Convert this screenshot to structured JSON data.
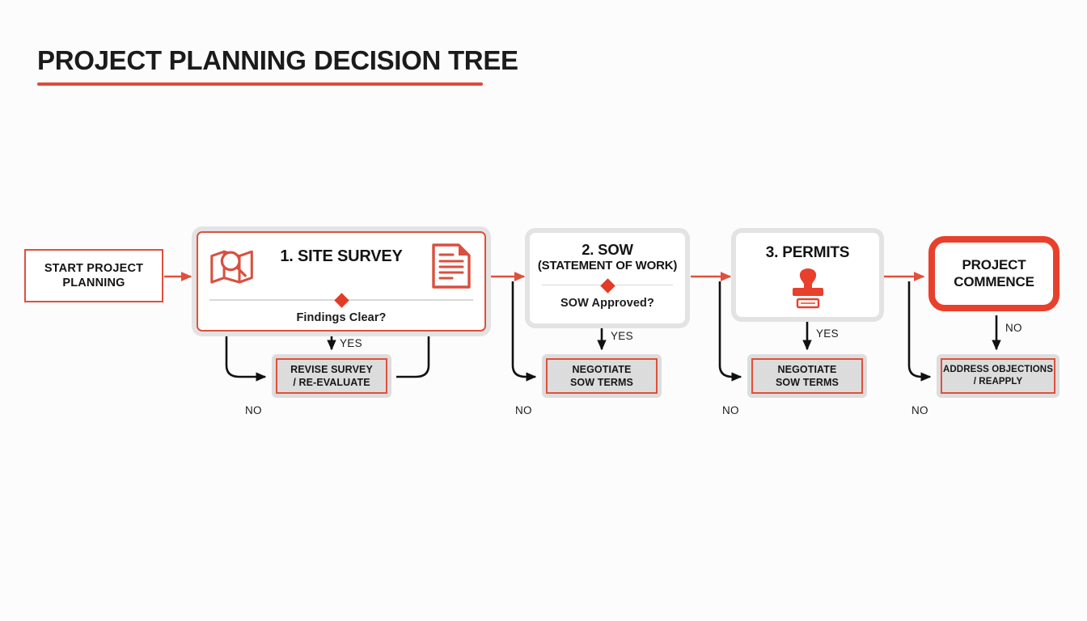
{
  "page": {
    "background": "#fcfcfc",
    "accent_red": "#e0503c",
    "diamond_red": "#e23b26",
    "gray_fill": "#dcdcdc"
  },
  "title": {
    "strong": "PROJECT PLANNING",
    "light": "DECISION TREE",
    "rule_color": "#e04a3a"
  },
  "start": {
    "label": "START PROJECT PLANNING"
  },
  "stages": [
    {
      "id": 1,
      "title": "1. SITE SURVEY",
      "question": "Findings Clear?",
      "icons": [
        "map-search-icon",
        "document-icon"
      ],
      "yes_label": "YES",
      "no_label": "NO"
    },
    {
      "id": 2,
      "title": "2. SOW",
      "subtitle": "(STATEMENT OF WORK)",
      "question": "SOW Approved?",
      "icons": [],
      "yes_label": "YES",
      "no_label": "NO"
    },
    {
      "id": 3,
      "title": "3. PERMITS",
      "subtitle": "",
      "question": "",
      "icons": [
        "stamp-icon"
      ],
      "yes_label": "YES",
      "no_label": "NO"
    }
  ],
  "end": {
    "label": "PROJECT COMMENCE",
    "down_label": "NO",
    "no_label": "NO"
  },
  "remediations": [
    {
      "id": 1,
      "line1": "REVISE SURVEY",
      "line2": "/ RE-EVALUATE"
    },
    {
      "id": 2,
      "line1": "NEGOTIATE",
      "line2": "SOW TERMS"
    },
    {
      "id": 3,
      "line1": "NEGOTIATE",
      "line2": "SOW TERMS"
    },
    {
      "id": 4,
      "line1": "ADDRESS OBJECTIONS",
      "line2": "/ REAPPLY"
    }
  ]
}
